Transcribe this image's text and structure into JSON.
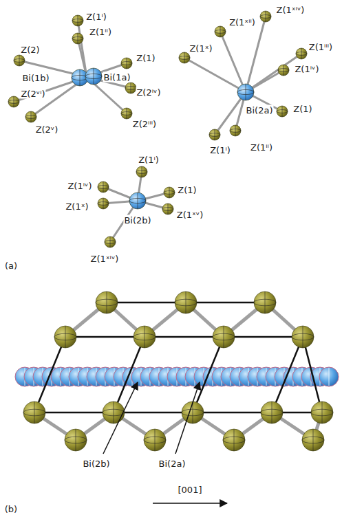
{
  "diagram": {
    "labels": [
      "Z(1ⁱ)",
      "Z(1ⁱⁱ)",
      "Z(2)",
      "Bi(1b)",
      "Bi(1a)",
      "Z(1)",
      "Z(2ᵛⁱ)",
      "Z(2ⁱᵛ)",
      "Z(2ᵛ)",
      "Z(2ⁱⁱⁱ)",
      "Z(1ˣⁱᵛ)",
      "Z(1ˣⁱⁱ)",
      "Z(1ˣ)",
      "Z(1ⁱⁱⁱ)",
      "Z(1ⁱᵛ)",
      "Bi(2a)",
      "Z(1)",
      "Z(1ⁱ)",
      "Z(1ⁱⁱ)",
      "Z(1ⁱ)",
      "Z(1ⁱᵛ)",
      "Z(1ˣ)",
      "Bi(2b)",
      "Z(1)",
      "Z(1ˣᵛ)",
      "Z(1ˣⁱᵛ)",
      "(a)",
      "Bi(2b)",
      "Bi(2a)",
      "[001]",
      "(b)"
    ]
  }
}
